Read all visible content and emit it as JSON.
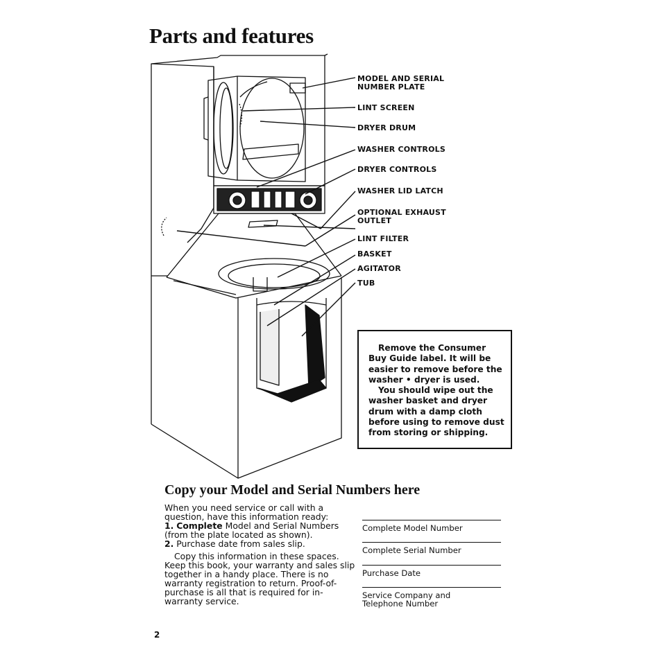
{
  "page_title": "Parts and features",
  "part_labels": [
    "MODEL AND SERIAL\nNUMBER PLATE",
    "LINT SCREEN",
    "DRYER DRUM",
    "WASHER CONTROLS",
    "DRYER CONTROLS",
    "WASHER LID LATCH",
    "OPTIONAL EXHAUST\nOUTLET",
    "LINT FILTER",
    "BASKET",
    "AGITATOR",
    "TUB"
  ],
  "note": {
    "paragraph1": "Remove the Consumer Buy Guide label. It will be easier to remove before the washer • dryer is used.",
    "paragraph2": "You should wipe out the washer basket and dryer drum with a damp cloth before using to remove dust from storing or shipping."
  },
  "copy_section": {
    "heading": "Copy your Model and Serial Numbers here",
    "intro": "When you need service or call with a question, have this information ready:",
    "step1_number": "1.",
    "step1_bold": "Complete",
    "step1_rest": "Model and Serial Numbers (from the plate located as shown).",
    "step2_number": "2.",
    "step2_text": "Purchase date from sales slip.",
    "paragraph": "Copy this information in these spaces. Keep this book, your warranty and sales slip together in a handy place. There is no warranty registration to return. Proof-of-purchase is all that is required for in-warranty service.",
    "fields": [
      "Complete Model Number",
      "Complete Serial Number",
      "Purchase Date",
      "Service Company and\nTelephone Number"
    ]
  },
  "page_number": "2"
}
